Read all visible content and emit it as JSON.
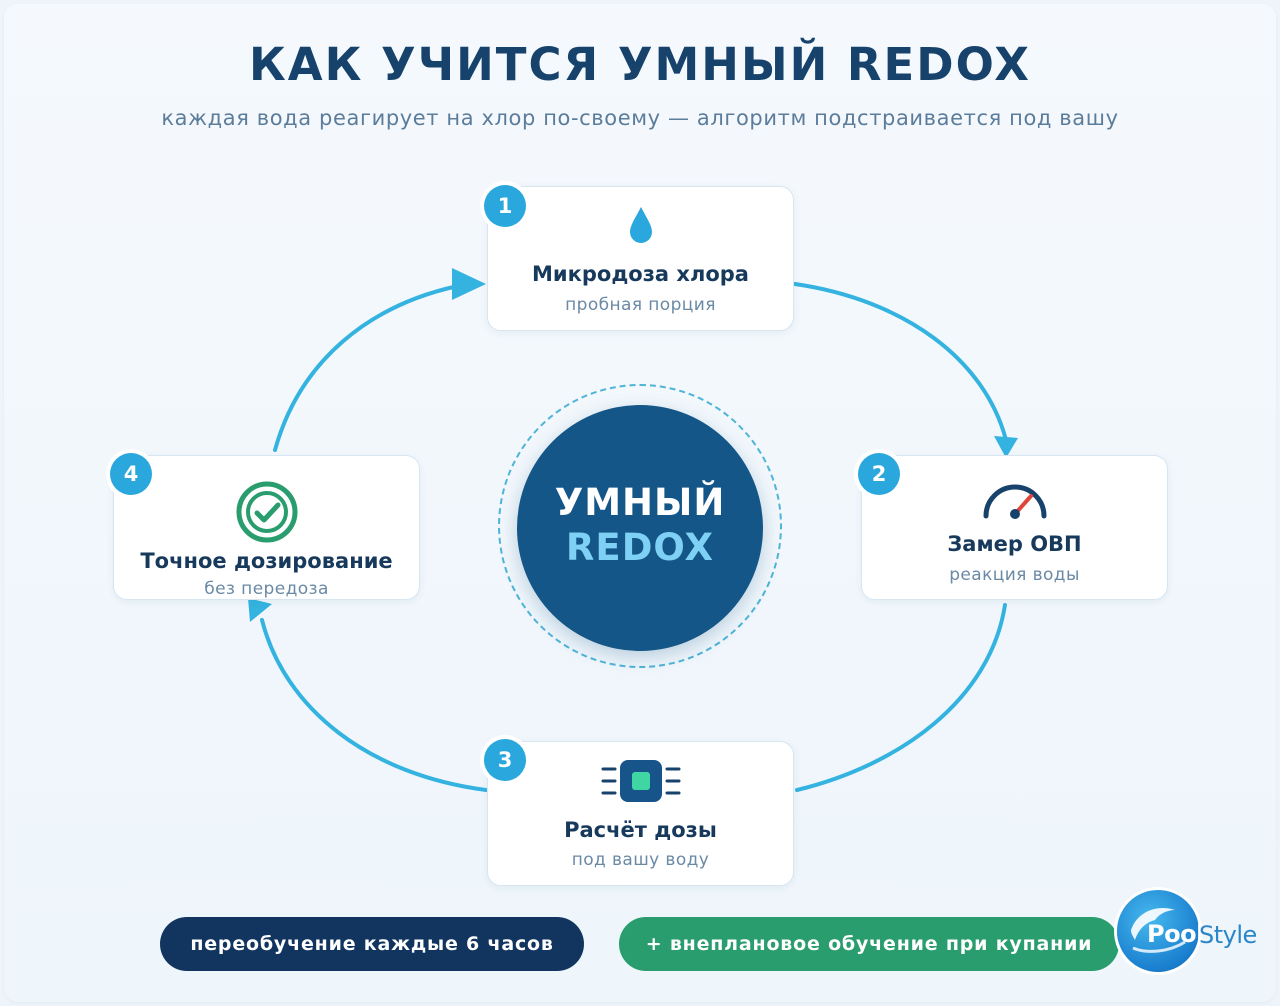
{
  "header": {
    "title": "КАК УЧИТСЯ УМНЫЙ REDOX",
    "subtitle": "каждая вода реагирует на хлор по-своему — алгоритм подстраивается под вашу"
  },
  "hub": {
    "line1": "УМНЫЙ",
    "line2": "REDOX"
  },
  "steps": [
    {
      "number": "1",
      "title": "Микродоза хлора",
      "subtitle": "пробная порция",
      "icon": "water-drop-icon"
    },
    {
      "number": "2",
      "title": "Замер ОВП",
      "subtitle": "реакция воды",
      "icon": "gauge-icon"
    },
    {
      "number": "3",
      "title": "Расчёт дозы",
      "subtitle": "под вашу воду",
      "icon": "chip-icon"
    },
    {
      "number": "4",
      "title": "Точное дозирование",
      "subtitle": "без передоза",
      "icon": "check-circle-icon"
    }
  ],
  "footer": {
    "retrain_label": "переобучение каждые 6 часов",
    "extra_label": "+ внеплановое обучение при купании"
  },
  "logo": {
    "word1": "Pool",
    "word2": "Style"
  },
  "colors": {
    "navy": "#17426b",
    "accent_blue": "#2aa7dd",
    "hub": "#135687",
    "hub_highlight": "#7ed0f5",
    "green": "#2a9d6e",
    "pill_navy": "#12355f"
  }
}
